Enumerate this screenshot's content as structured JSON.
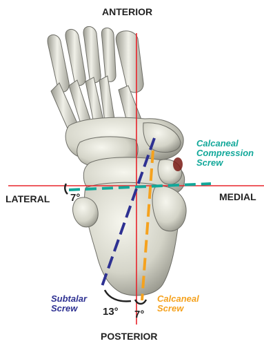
{
  "orientation": {
    "anterior": "ANTERIOR",
    "posterior": "POSTERIOR",
    "lateral": "LATERAL",
    "medial": "MEDIAL"
  },
  "screws": {
    "compression": {
      "label": "Calcaneal\nCompression\nScrew",
      "color": "#12a89a"
    },
    "subtalar": {
      "label": "Subtalar\nScrew",
      "color": "#2e3192"
    },
    "calcaneal": {
      "label": "Calcaneal\nScrew",
      "color": "#f5a21e"
    }
  },
  "angles": {
    "compression": "7°",
    "subtalar": "13°",
    "calcaneal": "7°"
  },
  "colors": {
    "axis": "#e8232a",
    "bone": "#d8d8cc",
    "text": "#222222"
  }
}
